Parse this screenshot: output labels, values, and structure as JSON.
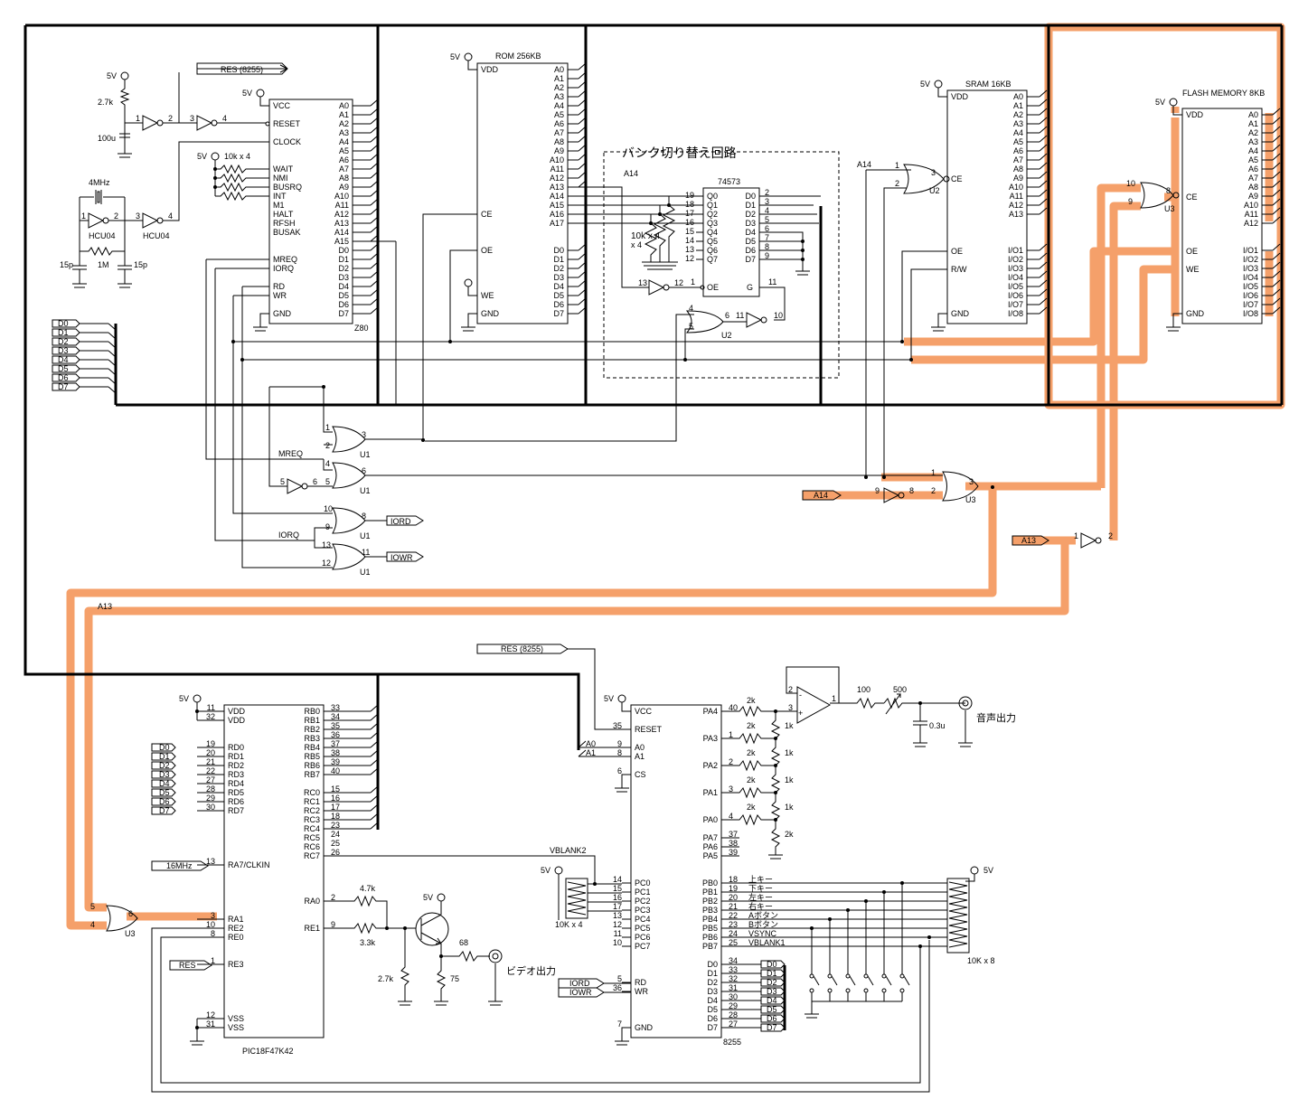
{
  "chips": {
    "z80": {
      "name": "Z80",
      "left_pins": [
        "VCC",
        "RESET",
        "CLOCK",
        "WAIT",
        "NMI",
        "BUSRQ",
        "INT",
        "M1",
        "HALT",
        "RFSH",
        "BUSAK",
        "MREQ",
        "IORQ",
        "RD",
        "WR",
        "GND"
      ],
      "addr_pins": [
        "A0",
        "A1",
        "A2",
        "A3",
        "A4",
        "A5",
        "A6",
        "A7",
        "A8",
        "A9",
        "A10",
        "A11",
        "A12",
        "A13",
        "A14",
        "A15"
      ],
      "data_pins": [
        "D0",
        "D1",
        "D2",
        "D3",
        "D4",
        "D5",
        "D6",
        "D7"
      ]
    },
    "rom": {
      "name": "ROM 256KB",
      "left_pins": [
        "VDD",
        "CE",
        "OE",
        "WE",
        "GND"
      ],
      "addr_pins": [
        "A0",
        "A1",
        "A2",
        "A3",
        "A4",
        "A5",
        "A6",
        "A7",
        "A8",
        "A9",
        "A10",
        "A11",
        "A12",
        "A13",
        "A14",
        "A15",
        "A16",
        "A17"
      ],
      "data_pins": [
        "D0",
        "D1",
        "D2",
        "D3",
        "D4",
        "D5",
        "D6",
        "D7"
      ]
    },
    "sram": {
      "name": "SRAM 16KB",
      "left_pins": [
        "VDD",
        "CE",
        "OE",
        "R/W",
        "GND"
      ],
      "addr_pins": [
        "A0",
        "A1",
        "A2",
        "A3",
        "A4",
        "A5",
        "A6",
        "A7",
        "A8",
        "A9",
        "A10",
        "A11",
        "A12",
        "A13"
      ],
      "data_pins": [
        "I/O1",
        "I/O2",
        "I/O3",
        "I/O4",
        "I/O5",
        "I/O6",
        "I/O7",
        "I/O8"
      ]
    },
    "flash": {
      "name": "FLASH MEMORY 8KB",
      "left_pins": [
        "VDD",
        "CE",
        "OE",
        "WE",
        "GND"
      ],
      "addr_pins": [
        "A0",
        "A1",
        "A2",
        "A3",
        "A4",
        "A5",
        "A6",
        "A7",
        "A8",
        "A9",
        "A10",
        "A11",
        "A12"
      ],
      "data_pins": [
        "I/O1",
        "I/O2",
        "I/O3",
        "I/O4",
        "I/O5",
        "I/O6",
        "I/O7",
        "I/O8"
      ]
    },
    "latch": {
      "name": "74573",
      "left_nums": [
        "19",
        "18",
        "17",
        "16",
        "15",
        "14",
        "13",
        "12"
      ],
      "left_pins": [
        "Q0",
        "Q1",
        "Q2",
        "Q3",
        "Q4",
        "Q5",
        "Q6",
        "Q7"
      ],
      "right_pins": [
        "D0",
        "D1",
        "D2",
        "D3",
        "D4",
        "D5",
        "D6",
        "D7"
      ],
      "right_nums": [
        "2",
        "3",
        "4",
        "5",
        "6",
        "7",
        "8",
        "9"
      ],
      "oe": "OE",
      "g": "G"
    },
    "pic": {
      "name": "PIC18F47K42",
      "left_nums": [
        "11",
        "32",
        "19",
        "20",
        "21",
        "22",
        "27",
        "28",
        "29",
        "30",
        "13",
        "3",
        "10",
        "8",
        "1",
        "12",
        "31"
      ],
      "left_pins": [
        "VDD",
        "VDD",
        "RD0",
        "RD1",
        "RD2",
        "RD3",
        "RD4",
        "RD5",
        "RD6",
        "RD7",
        "RA7/CLKIN",
        "RA1",
        "RE2",
        "RE0",
        "RE3",
        "VSS",
        "VSS"
      ],
      "right_pins": [
        "RB0",
        "RB1",
        "RB2",
        "RB3",
        "RB4",
        "RB5",
        "RB6",
        "RB7",
        "RC0",
        "RC1",
        "RC2",
        "RC3",
        "RC4",
        "RC5",
        "RC6",
        "RC7",
        "RA0",
        "RE1"
      ],
      "right_nums": [
        "33",
        "34",
        "35",
        "36",
        "37",
        "38",
        "39",
        "40",
        "15",
        "16",
        "17",
        "18",
        "23",
        "24",
        "25",
        "26",
        "2",
        "9"
      ]
    },
    "ppi": {
      "name": "8255",
      "left_nums": [
        "35",
        "9",
        "8",
        "6",
        "14",
        "15",
        "16",
        "17",
        "13",
        "12",
        "11",
        "10",
        "5",
        "36",
        "7"
      ],
      "left_pins": [
        "VCC",
        "RESET",
        "A0",
        "A1",
        "CS",
        "PC0",
        "PC1",
        "PC2",
        "PC3",
        "PC4",
        "PC5",
        "PC6",
        "PC7",
        "RD",
        "WR",
        "GND"
      ],
      "right_pins": [
        "PA4",
        "PA3",
        "PA2",
        "PA1",
        "PA0",
        "PA7",
        "PA6",
        "PA5",
        "PB0",
        "PB1",
        "PB2",
        "PB3",
        "PB4",
        "PB5",
        "PB6",
        "PB7",
        "D0",
        "D1",
        "D2",
        "D3",
        "D4",
        "D5",
        "D6",
        "D7"
      ],
      "right_nums": [
        "40",
        "1",
        "2",
        "3",
        "4",
        "37",
        "38",
        "39",
        "18",
        "19",
        "20",
        "21",
        "22",
        "23",
        "24",
        "25",
        "34",
        "33",
        "32",
        "31",
        "30",
        "29",
        "28",
        "27"
      ]
    }
  },
  "labels": {
    "res8255": "RES (8255)",
    "v5": "5V",
    "r27k": "2.7k",
    "c100u": "100u",
    "r10kx4": "10k x 4",
    "xtal": "4MHz",
    "hcu04": "HCU04",
    "c15p": "15p",
    "r1m": "1M",
    "bank_title": "バンク切り替え回路",
    "a14": "A14",
    "a13": "A13",
    "u1": "U1",
    "u2": "U2",
    "u3": "U3",
    "mreq": "MREQ",
    "iorq": "IORQ",
    "iord": "IORD",
    "iowr": "IOWR",
    "r10kx4b": "10k\nx 4",
    "vblank2": "VBLANK2",
    "r10kx4c": "10K x 4",
    "clk16": "16MHz",
    "res": "RES",
    "r47k": "4.7k",
    "r33k": "3.3k",
    "r27k2": "2.7k",
    "r68": "68",
    "r75": "75",
    "video_out": "ビデオ出力",
    "r100": "100",
    "r500": "500",
    "c03u": "0.3u",
    "audio_out": "音声出力",
    "r2k": "2k",
    "r1k": "1k",
    "r10kx8": "10K x 8",
    "keys": [
      "上キー",
      "下キー",
      "左キー",
      "右キー",
      "Aボタン",
      "Bボタン",
      "VSYNC",
      "VBLANK1"
    ],
    "dbus": [
      "D0",
      "D1",
      "D2",
      "D3",
      "D4",
      "D5",
      "D6",
      "D7"
    ]
  }
}
